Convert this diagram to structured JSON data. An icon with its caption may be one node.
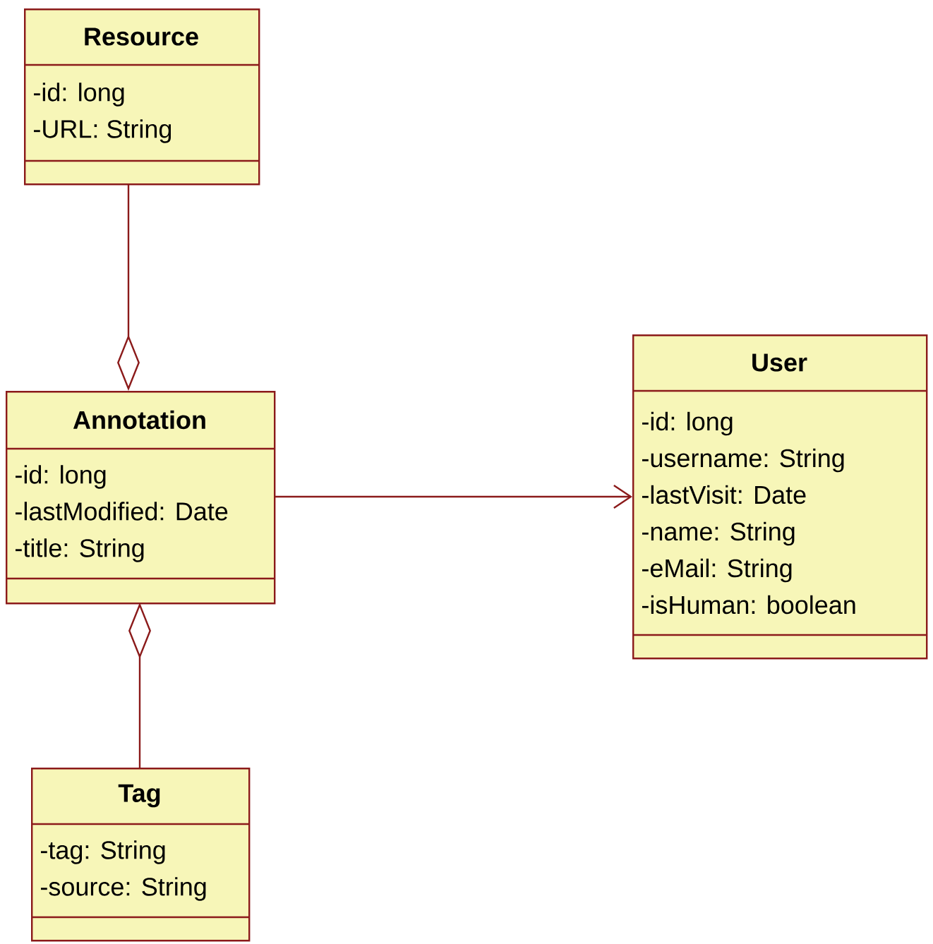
{
  "diagram": {
    "nodes": [
      {
        "text": [
          "Resource",
          "-id: long",
          "-URL: String"
        ]
      },
      {
        "text": [
          "Annotation",
          "-id: long",
          "-lastModified: Date",
          "-title: String"
        ]
      },
      {
        "text": [
          "User",
          "-id: long",
          "-username: String",
          "-lastVisit: Date",
          "-name: String",
          "-eMail: String",
          "-isHuman: boolean"
        ]
      },
      {
        "text": [
          "Tag",
          "-tag: String",
          "-source: String"
        ]
      }
    ],
    "edges": [
      {
        "from": 0,
        "to": 1,
        "arrow": "other"
      },
      {
        "from": 1,
        "to": 2,
        "arrow": "to"
      },
      {
        "from": 3,
        "to": 1,
        "arrow": "other"
      }
    ]
  }
}
